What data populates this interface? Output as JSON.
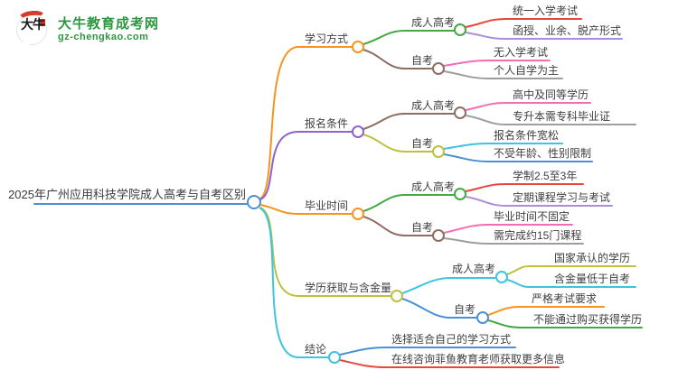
{
  "site": {
    "logo_badge": "大牛",
    "title": "大牛教育成考网",
    "url": "gz-chengkao.com"
  },
  "root": "2025年广州应用科技学院成人高考与自考区别",
  "branches": [
    {
      "label": "学习方式",
      "children": [
        {
          "label": "成人高考",
          "leaves": [
            "统一入学考试",
            "函授、业余、脱产形式"
          ]
        },
        {
          "label": "自考",
          "leaves": [
            "无入学考试",
            "个人自学为主"
          ]
        }
      ]
    },
    {
      "label": "报名条件",
      "children": [
        {
          "label": "成人高考",
          "leaves": [
            "高中及同等学历",
            "专升本需专科毕业证"
          ]
        },
        {
          "label": "自考",
          "leaves": [
            "报名条件宽松",
            "不受年龄、性别限制"
          ]
        }
      ]
    },
    {
      "label": "毕业时间",
      "children": [
        {
          "label": "成人高考",
          "leaves": [
            "学制2.5至3年",
            "定期课程学习与考试"
          ]
        },
        {
          "label": "自考",
          "leaves": [
            "毕业时间不固定",
            "需完成约15门课程"
          ]
        }
      ]
    },
    {
      "label": "学历获取与含金量",
      "children": [
        {
          "label": "成人高考",
          "leaves": [
            "国家承认的学历",
            "含金量低于自考"
          ]
        },
        {
          "label": "自考",
          "leaves": [
            "严格考试要求",
            "不能通过购买获得学历"
          ]
        }
      ]
    },
    {
      "label": "结论",
      "children": [],
      "leaves": [
        "选择适合自己的学习方式",
        "在线咨询菲鱼教育老师获取更多信息"
      ]
    }
  ],
  "colors": {
    "blue": "#4a90d9",
    "orange": "#f7941e",
    "green": "#44a945",
    "brown": "#8d6e63",
    "red": "#e8453c",
    "pink": "#f06eb4",
    "gray": "#9e9e9e",
    "cyan": "#3ec3e0",
    "olive": "#bcc13e",
    "purple": "#8f63cc",
    "lavender": "#a98fd8",
    "logo_green": "#2e9640",
    "logo_red": "#d43c2e",
    "text": "#3f3f3f"
  }
}
